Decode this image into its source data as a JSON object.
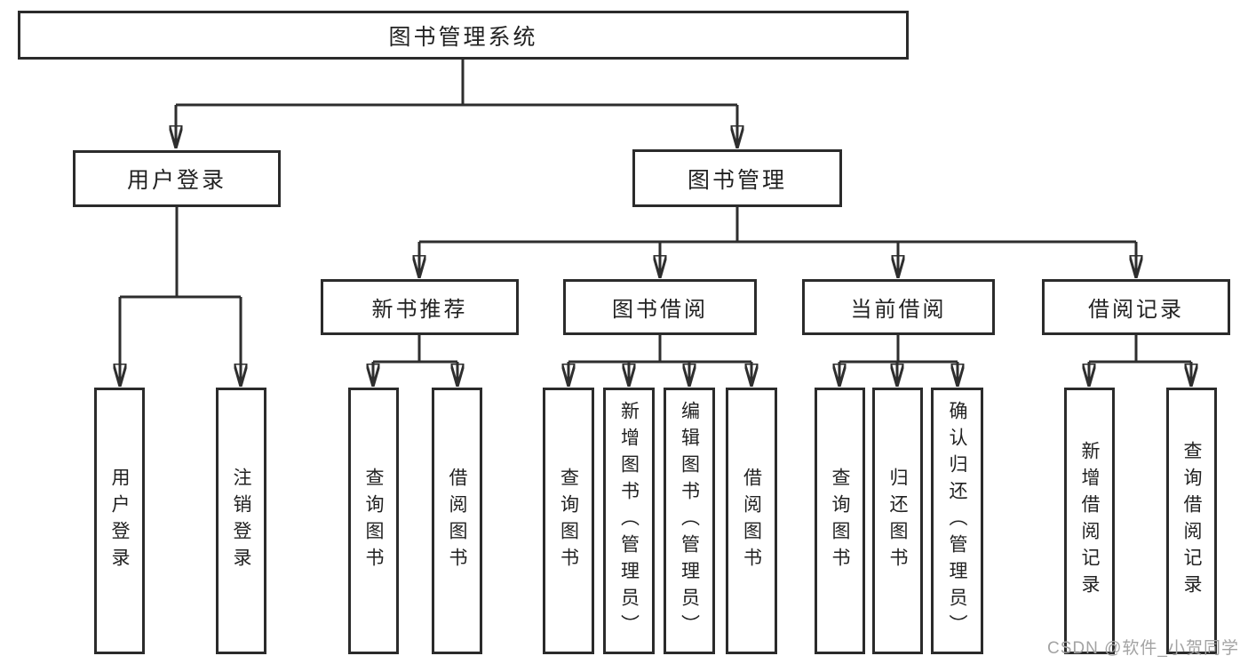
{
  "diagram": {
    "root": {
      "label": "图书管理系统"
    },
    "branches": [
      {
        "label": "用户登录",
        "leaves": [
          {
            "label": "用户登录"
          },
          {
            "label": "注销登录"
          }
        ]
      },
      {
        "label": "图书管理",
        "groups": [
          {
            "label": "新书推荐",
            "leaves": [
              {
                "label": "查询图书"
              },
              {
                "label": "借阅图书"
              }
            ]
          },
          {
            "label": "图书借阅",
            "leaves": [
              {
                "label": "查询图书"
              },
              {
                "label": "新增图书（管理员）"
              },
              {
                "label": "编辑图书（管理员）"
              },
              {
                "label": "借阅图书"
              }
            ]
          },
          {
            "label": "当前借阅",
            "leaves": [
              {
                "label": "查询图书"
              },
              {
                "label": "归还图书"
              },
              {
                "label": "确认归还（管理员）"
              }
            ]
          },
          {
            "label": "借阅记录",
            "leaves": [
              {
                "label": "新增借阅记录"
              },
              {
                "label": "查询借阅记录"
              }
            ]
          }
        ]
      }
    ]
  },
  "watermark": {
    "text": "CSDN @软件_小贺同学"
  },
  "colors": {
    "line": "#2e2e2e",
    "border": "#2b2b2b",
    "text": "#222222",
    "watermark": "#a3a3a3",
    "background": "#ffffff"
  }
}
